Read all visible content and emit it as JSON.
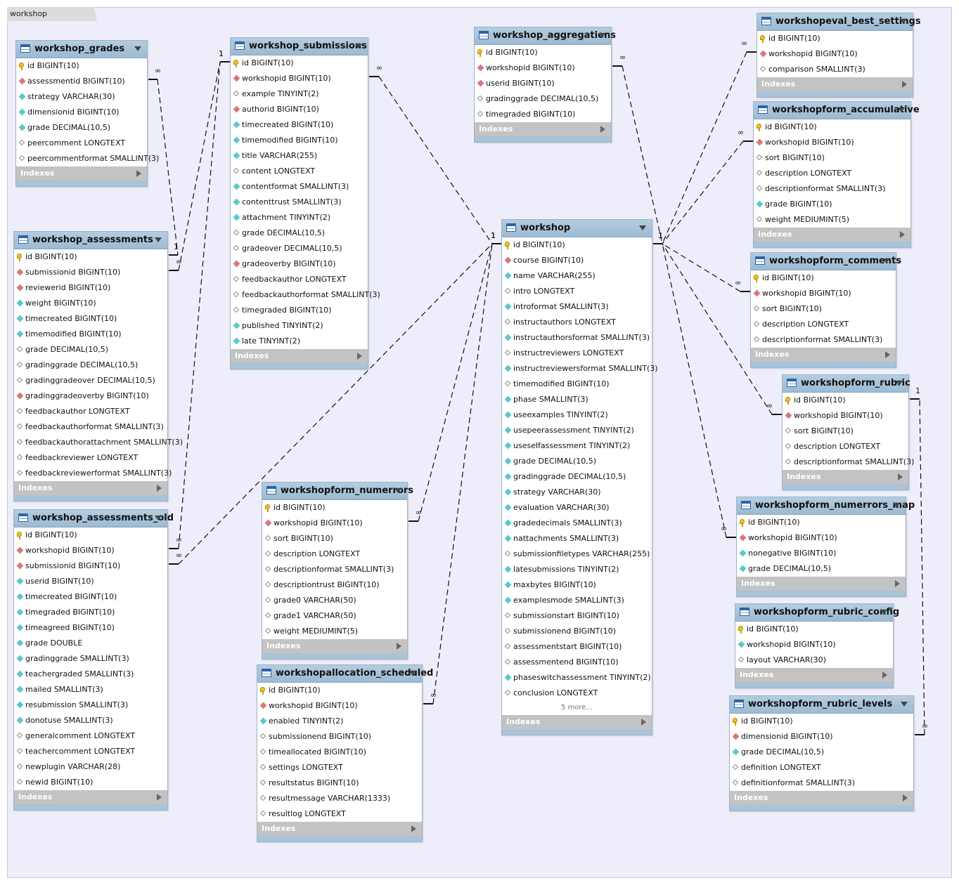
{
  "diagram": {
    "tab_label": "workshop"
  },
  "indexes_label": "Indexes",
  "tables": [
    {
      "id": "workshop_grades",
      "name": "workshop_grades",
      "columns": [
        {
          "icon": "pk",
          "text": "id BIGINT(10)"
        },
        {
          "icon": "fk",
          "text": "assessmentid BIGINT(10)"
        },
        {
          "icon": "nn",
          "text": "strategy VARCHAR(30)"
        },
        {
          "icon": "nn",
          "text": "dimensionid BIGINT(10)"
        },
        {
          "icon": "nn",
          "text": "grade DECIMAL(10,5)"
        },
        {
          "icon": "nl",
          "text": "peercomment LONGTEXT"
        },
        {
          "icon": "nl",
          "text": "peercommentformat SMALLINT(3)"
        }
      ]
    },
    {
      "id": "workshop_assessments",
      "name": "workshop_assessments",
      "columns": [
        {
          "icon": "pk",
          "text": "id BIGINT(10)"
        },
        {
          "icon": "fk",
          "text": "submissionid BIGINT(10)"
        },
        {
          "icon": "fk",
          "text": "reviewerid BIGINT(10)"
        },
        {
          "icon": "nn",
          "text": "weight BIGINT(10)"
        },
        {
          "icon": "nn",
          "text": "timecreated BIGINT(10)"
        },
        {
          "icon": "nn",
          "text": "timemodified BIGINT(10)"
        },
        {
          "icon": "nl",
          "text": "grade DECIMAL(10,5)"
        },
        {
          "icon": "nl",
          "text": "gradinggrade DECIMAL(10,5)"
        },
        {
          "icon": "nl",
          "text": "gradinggradeover DECIMAL(10,5)"
        },
        {
          "icon": "fk",
          "text": "gradinggradeoverby BIGINT(10)"
        },
        {
          "icon": "nl",
          "text": "feedbackauthor LONGTEXT"
        },
        {
          "icon": "nl",
          "text": "feedbackauthorformat SMALLINT(3)"
        },
        {
          "icon": "nl",
          "text": "feedbackauthorattachment SMALLINT(3)"
        },
        {
          "icon": "nl",
          "text": "feedbackreviewer LONGTEXT"
        },
        {
          "icon": "nl",
          "text": "feedbackreviewerformat SMALLINT(3)"
        }
      ]
    },
    {
      "id": "workshop_assessments_old",
      "name": "workshop_assessments_old",
      "columns": [
        {
          "icon": "pk",
          "text": "id BIGINT(10)"
        },
        {
          "icon": "fk",
          "text": "workshopid BIGINT(10)"
        },
        {
          "icon": "fk",
          "text": "submissionid BIGINT(10)"
        },
        {
          "icon": "nn",
          "text": "userid BIGINT(10)"
        },
        {
          "icon": "nn",
          "text": "timecreated BIGINT(10)"
        },
        {
          "icon": "nn",
          "text": "timegraded BIGINT(10)"
        },
        {
          "icon": "nn",
          "text": "timeagreed BIGINT(10)"
        },
        {
          "icon": "nn",
          "text": "grade DOUBLE"
        },
        {
          "icon": "nn",
          "text": "gradinggrade SMALLINT(3)"
        },
        {
          "icon": "nn",
          "text": "teachergraded SMALLINT(3)"
        },
        {
          "icon": "nn",
          "text": "mailed SMALLINT(3)"
        },
        {
          "icon": "nn",
          "text": "resubmission SMALLINT(3)"
        },
        {
          "icon": "nn",
          "text": "donotuse SMALLINT(3)"
        },
        {
          "icon": "nl",
          "text": "generalcomment LONGTEXT"
        },
        {
          "icon": "nl",
          "text": "teachercomment LONGTEXT"
        },
        {
          "icon": "nl",
          "text": "newplugin VARCHAR(28)"
        },
        {
          "icon": "nl",
          "text": "newid BIGINT(10)"
        }
      ]
    },
    {
      "id": "workshop_submissions",
      "name": "workshop_submissions",
      "columns": [
        {
          "icon": "pk",
          "text": "id BIGINT(10)"
        },
        {
          "icon": "fk",
          "text": "workshopid BIGINT(10)"
        },
        {
          "icon": "nl",
          "text": "example TINYINT(2)"
        },
        {
          "icon": "fk",
          "text": "authorid BIGINT(10)"
        },
        {
          "icon": "nn",
          "text": "timecreated BIGINT(10)"
        },
        {
          "icon": "nn",
          "text": "timemodified BIGINT(10)"
        },
        {
          "icon": "nn",
          "text": "title VARCHAR(255)"
        },
        {
          "icon": "nl",
          "text": "content LONGTEXT"
        },
        {
          "icon": "nn",
          "text": "contentformat SMALLINT(3)"
        },
        {
          "icon": "nn",
          "text": "contenttrust SMALLINT(3)"
        },
        {
          "icon": "nn",
          "text": "attachment TINYINT(2)"
        },
        {
          "icon": "nl",
          "text": "grade DECIMAL(10,5)"
        },
        {
          "icon": "nl",
          "text": "gradeover DECIMAL(10,5)"
        },
        {
          "icon": "fk",
          "text": "gradeoverby BIGINT(10)"
        },
        {
          "icon": "nl",
          "text": "feedbackauthor LONGTEXT"
        },
        {
          "icon": "nl",
          "text": "feedbackauthorformat SMALLINT(3)"
        },
        {
          "icon": "nl",
          "text": "timegraded BIGINT(10)"
        },
        {
          "icon": "nn",
          "text": "published TINYINT(2)"
        },
        {
          "icon": "nn",
          "text": "late TINYINT(2)"
        }
      ]
    },
    {
      "id": "workshopform_numerrors",
      "name": "workshopform_numerrors",
      "columns": [
        {
          "icon": "pk",
          "text": "id BIGINT(10)"
        },
        {
          "icon": "fk",
          "text": "workshopid BIGINT(10)"
        },
        {
          "icon": "nl",
          "text": "sort BIGINT(10)"
        },
        {
          "icon": "nl",
          "text": "description LONGTEXT"
        },
        {
          "icon": "nl",
          "text": "descriptionformat SMALLINT(3)"
        },
        {
          "icon": "nl",
          "text": "descriptiontrust BIGINT(10)"
        },
        {
          "icon": "nl",
          "text": "grade0 VARCHAR(50)"
        },
        {
          "icon": "nl",
          "text": "grade1 VARCHAR(50)"
        },
        {
          "icon": "nl",
          "text": "weight MEDIUMINT(5)"
        }
      ]
    },
    {
      "id": "workshopallocation_scheduled",
      "name": "workshopallocation_scheduled",
      "columns": [
        {
          "icon": "pk",
          "text": "id BIGINT(10)"
        },
        {
          "icon": "fk",
          "text": "workshopid BIGINT(10)"
        },
        {
          "icon": "nn",
          "text": "enabled TINYINT(2)"
        },
        {
          "icon": "nl",
          "text": "submissionend BIGINT(10)"
        },
        {
          "icon": "nl",
          "text": "timeallocated BIGINT(10)"
        },
        {
          "icon": "nl",
          "text": "settings LONGTEXT"
        },
        {
          "icon": "nl",
          "text": "resultstatus BIGINT(10)"
        },
        {
          "icon": "nl",
          "text": "resultmessage VARCHAR(1333)"
        },
        {
          "icon": "nl",
          "text": "resultlog LONGTEXT"
        }
      ]
    },
    {
      "id": "workshop_aggregations",
      "name": "workshop_aggregations",
      "columns": [
        {
          "icon": "pk",
          "text": "id BIGINT(10)"
        },
        {
          "icon": "fk",
          "text": "workshopid BIGINT(10)"
        },
        {
          "icon": "fk",
          "text": "userid BIGINT(10)"
        },
        {
          "icon": "nl",
          "text": "gradinggrade DECIMAL(10,5)"
        },
        {
          "icon": "nl",
          "text": "timegraded BIGINT(10)"
        }
      ]
    },
    {
      "id": "workshop",
      "name": "workshop",
      "more": "5 more...",
      "columns": [
        {
          "icon": "pk",
          "text": "id BIGINT(10)"
        },
        {
          "icon": "fk",
          "text": "course BIGINT(10)"
        },
        {
          "icon": "nn",
          "text": "name VARCHAR(255)"
        },
        {
          "icon": "nl",
          "text": "intro LONGTEXT"
        },
        {
          "icon": "nn",
          "text": "introformat SMALLINT(3)"
        },
        {
          "icon": "nl",
          "text": "instructauthors LONGTEXT"
        },
        {
          "icon": "nn",
          "text": "instructauthorsformat SMALLINT(3)"
        },
        {
          "icon": "nl",
          "text": "instructreviewers LONGTEXT"
        },
        {
          "icon": "nn",
          "text": "instructreviewersformat SMALLINT(3)"
        },
        {
          "icon": "nl",
          "text": "timemodified BIGINT(10)"
        },
        {
          "icon": "nn",
          "text": "phase SMALLINT(3)"
        },
        {
          "icon": "nn",
          "text": "useexamples TINYINT(2)"
        },
        {
          "icon": "nn",
          "text": "usepeerassessment TINYINT(2)"
        },
        {
          "icon": "nn",
          "text": "useselfassessment TINYINT(2)"
        },
        {
          "icon": "nn",
          "text": "grade DECIMAL(10,5)"
        },
        {
          "icon": "nn",
          "text": "gradinggrade DECIMAL(10,5)"
        },
        {
          "icon": "nn",
          "text": "strategy VARCHAR(30)"
        },
        {
          "icon": "nn",
          "text": "evaluation VARCHAR(30)"
        },
        {
          "icon": "nn",
          "text": "gradedecimals SMALLINT(3)"
        },
        {
          "icon": "nn",
          "text": "nattachments SMALLINT(3)"
        },
        {
          "icon": "nl",
          "text": "submissionfiletypes VARCHAR(255)"
        },
        {
          "icon": "nn",
          "text": "latesubmissions TINYINT(2)"
        },
        {
          "icon": "nn",
          "text": "maxbytes BIGINT(10)"
        },
        {
          "icon": "nn",
          "text": "examplesmode SMALLINT(3)"
        },
        {
          "icon": "nl",
          "text": "submissionstart BIGINT(10)"
        },
        {
          "icon": "nl",
          "text": "submissionend BIGINT(10)"
        },
        {
          "icon": "nl",
          "text": "assessmentstart BIGINT(10)"
        },
        {
          "icon": "nl",
          "text": "assessmentend BIGINT(10)"
        },
        {
          "icon": "nn",
          "text": "phaseswitchassessment TINYINT(2)"
        },
        {
          "icon": "nl",
          "text": "conclusion LONGTEXT"
        }
      ]
    },
    {
      "id": "workshopeval_best_settings",
      "name": "workshopeval_best_settings",
      "columns": [
        {
          "icon": "pk",
          "text": "id BIGINT(10)"
        },
        {
          "icon": "fk",
          "text": "workshopid BIGINT(10)"
        },
        {
          "icon": "nl",
          "text": "comparison SMALLINT(3)"
        }
      ]
    },
    {
      "id": "workshopform_accumulative",
      "name": "workshopform_accumulative",
      "columns": [
        {
          "icon": "pk",
          "text": "id BIGINT(10)"
        },
        {
          "icon": "fk",
          "text": "workshopid BIGINT(10)"
        },
        {
          "icon": "nl",
          "text": "sort BIGINT(10)"
        },
        {
          "icon": "nl",
          "text": "description LONGTEXT"
        },
        {
          "icon": "nl",
          "text": "descriptionformat SMALLINT(3)"
        },
        {
          "icon": "nn",
          "text": "grade BIGINT(10)"
        },
        {
          "icon": "nl",
          "text": "weight MEDIUMINT(5)"
        }
      ]
    },
    {
      "id": "workshopform_comments",
      "name": "workshopform_comments",
      "columns": [
        {
          "icon": "pk",
          "text": "id BIGINT(10)"
        },
        {
          "icon": "fk",
          "text": "workshopid BIGINT(10)"
        },
        {
          "icon": "nl",
          "text": "sort BIGINT(10)"
        },
        {
          "icon": "nl",
          "text": "description LONGTEXT"
        },
        {
          "icon": "nl",
          "text": "descriptionformat SMALLINT(3)"
        }
      ]
    },
    {
      "id": "workshopform_rubric",
      "name": "workshopform_rubric",
      "columns": [
        {
          "icon": "pk",
          "text": "id BIGINT(10)"
        },
        {
          "icon": "fk",
          "text": "workshopid BIGINT(10)"
        },
        {
          "icon": "nl",
          "text": "sort BIGINT(10)"
        },
        {
          "icon": "nl",
          "text": "description LONGTEXT"
        },
        {
          "icon": "nl",
          "text": "descriptionformat SMALLINT(3)"
        }
      ]
    },
    {
      "id": "workshopform_numerrors_map",
      "name": "workshopform_numerrors_map",
      "columns": [
        {
          "icon": "pk",
          "text": "id BIGINT(10)"
        },
        {
          "icon": "fk",
          "text": "workshopid BIGINT(10)"
        },
        {
          "icon": "nn",
          "text": "nonegative BIGINT(10)"
        },
        {
          "icon": "nn",
          "text": "grade DECIMAL(10,5)"
        }
      ]
    },
    {
      "id": "workshopform_rubric_config",
      "name": "workshopform_rubric_config",
      "columns": [
        {
          "icon": "pk",
          "text": "id BIGINT(10)"
        },
        {
          "icon": "nn",
          "text": "workshopid BIGINT(10)"
        },
        {
          "icon": "nl",
          "text": "layout VARCHAR(30)"
        }
      ]
    },
    {
      "id": "workshopform_rubric_levels",
      "name": "workshopform_rubric_levels",
      "columns": [
        {
          "icon": "pk",
          "text": "id BIGINT(10)"
        },
        {
          "icon": "fk",
          "text": "dimensionid BIGINT(10)"
        },
        {
          "icon": "nn",
          "text": "grade DECIMAL(10,5)"
        },
        {
          "icon": "nl",
          "text": "definition LONGTEXT"
        },
        {
          "icon": "nl",
          "text": "definitionformat SMALLINT(3)"
        }
      ]
    }
  ],
  "relationships": [
    {
      "from": "workshop_grades",
      "to": "workshop_assessments",
      "from_card": "∞",
      "to_card": "1"
    },
    {
      "from": "workshop_assessments",
      "to": "workshop_submissions",
      "from_card": "∞",
      "to_card": "1"
    },
    {
      "from": "workshop_assessments_old",
      "to": "workshop_submissions",
      "from_card": "∞",
      "to_card": "1"
    },
    {
      "from": "workshop_assessments_old",
      "to": "workshop",
      "from_card": "∞",
      "to_card": "1"
    },
    {
      "from": "workshop_submissions",
      "to": "workshop",
      "from_card": "∞",
      "to_card": "1"
    },
    {
      "from": "workshopform_numerrors",
      "to": "workshop",
      "from_card": "∞",
      "to_card": "1"
    },
    {
      "from": "workshopallocation_scheduled",
      "to": "workshop",
      "from_card": "∞",
      "to_card": "1"
    },
    {
      "from": "workshop_aggregations",
      "to": "workshop",
      "from_card": "∞",
      "to_card": "1"
    },
    {
      "from": "workshopeval_best_settings",
      "to": "workshop",
      "from_card": "∞",
      "to_card": "1"
    },
    {
      "from": "workshopform_accumulative",
      "to": "workshop",
      "from_card": "∞",
      "to_card": "1"
    },
    {
      "from": "workshopform_comments",
      "to": "workshop",
      "from_card": "∞",
      "to_card": "1"
    },
    {
      "from": "workshopform_rubric",
      "to": "workshop",
      "from_card": "∞",
      "to_card": "1"
    },
    {
      "from": "workshopform_numerrors_map",
      "to": "workshop",
      "from_card": "∞",
      "to_card": "1"
    },
    {
      "from": "workshopform_rubric_levels",
      "to": "workshopform_rubric",
      "from_card": "∞",
      "to_card": "1"
    }
  ]
}
